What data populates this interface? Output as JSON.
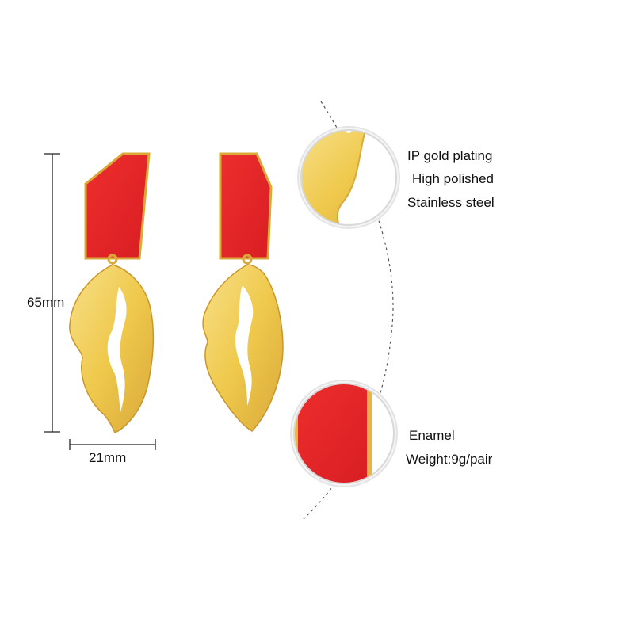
{
  "dimensions": {
    "height": "65mm",
    "width": "21mm"
  },
  "features_top": [
    "IP gold plating",
    "High polished",
    "Stainless steel"
  ],
  "features_bottom": [
    "Enamel",
    "Weight:9g/pair"
  ],
  "colors": {
    "gold": "#efc94c",
    "gold_dark": "#c9962a",
    "enamel_red": "#e8262a",
    "background": "#ffffff"
  }
}
